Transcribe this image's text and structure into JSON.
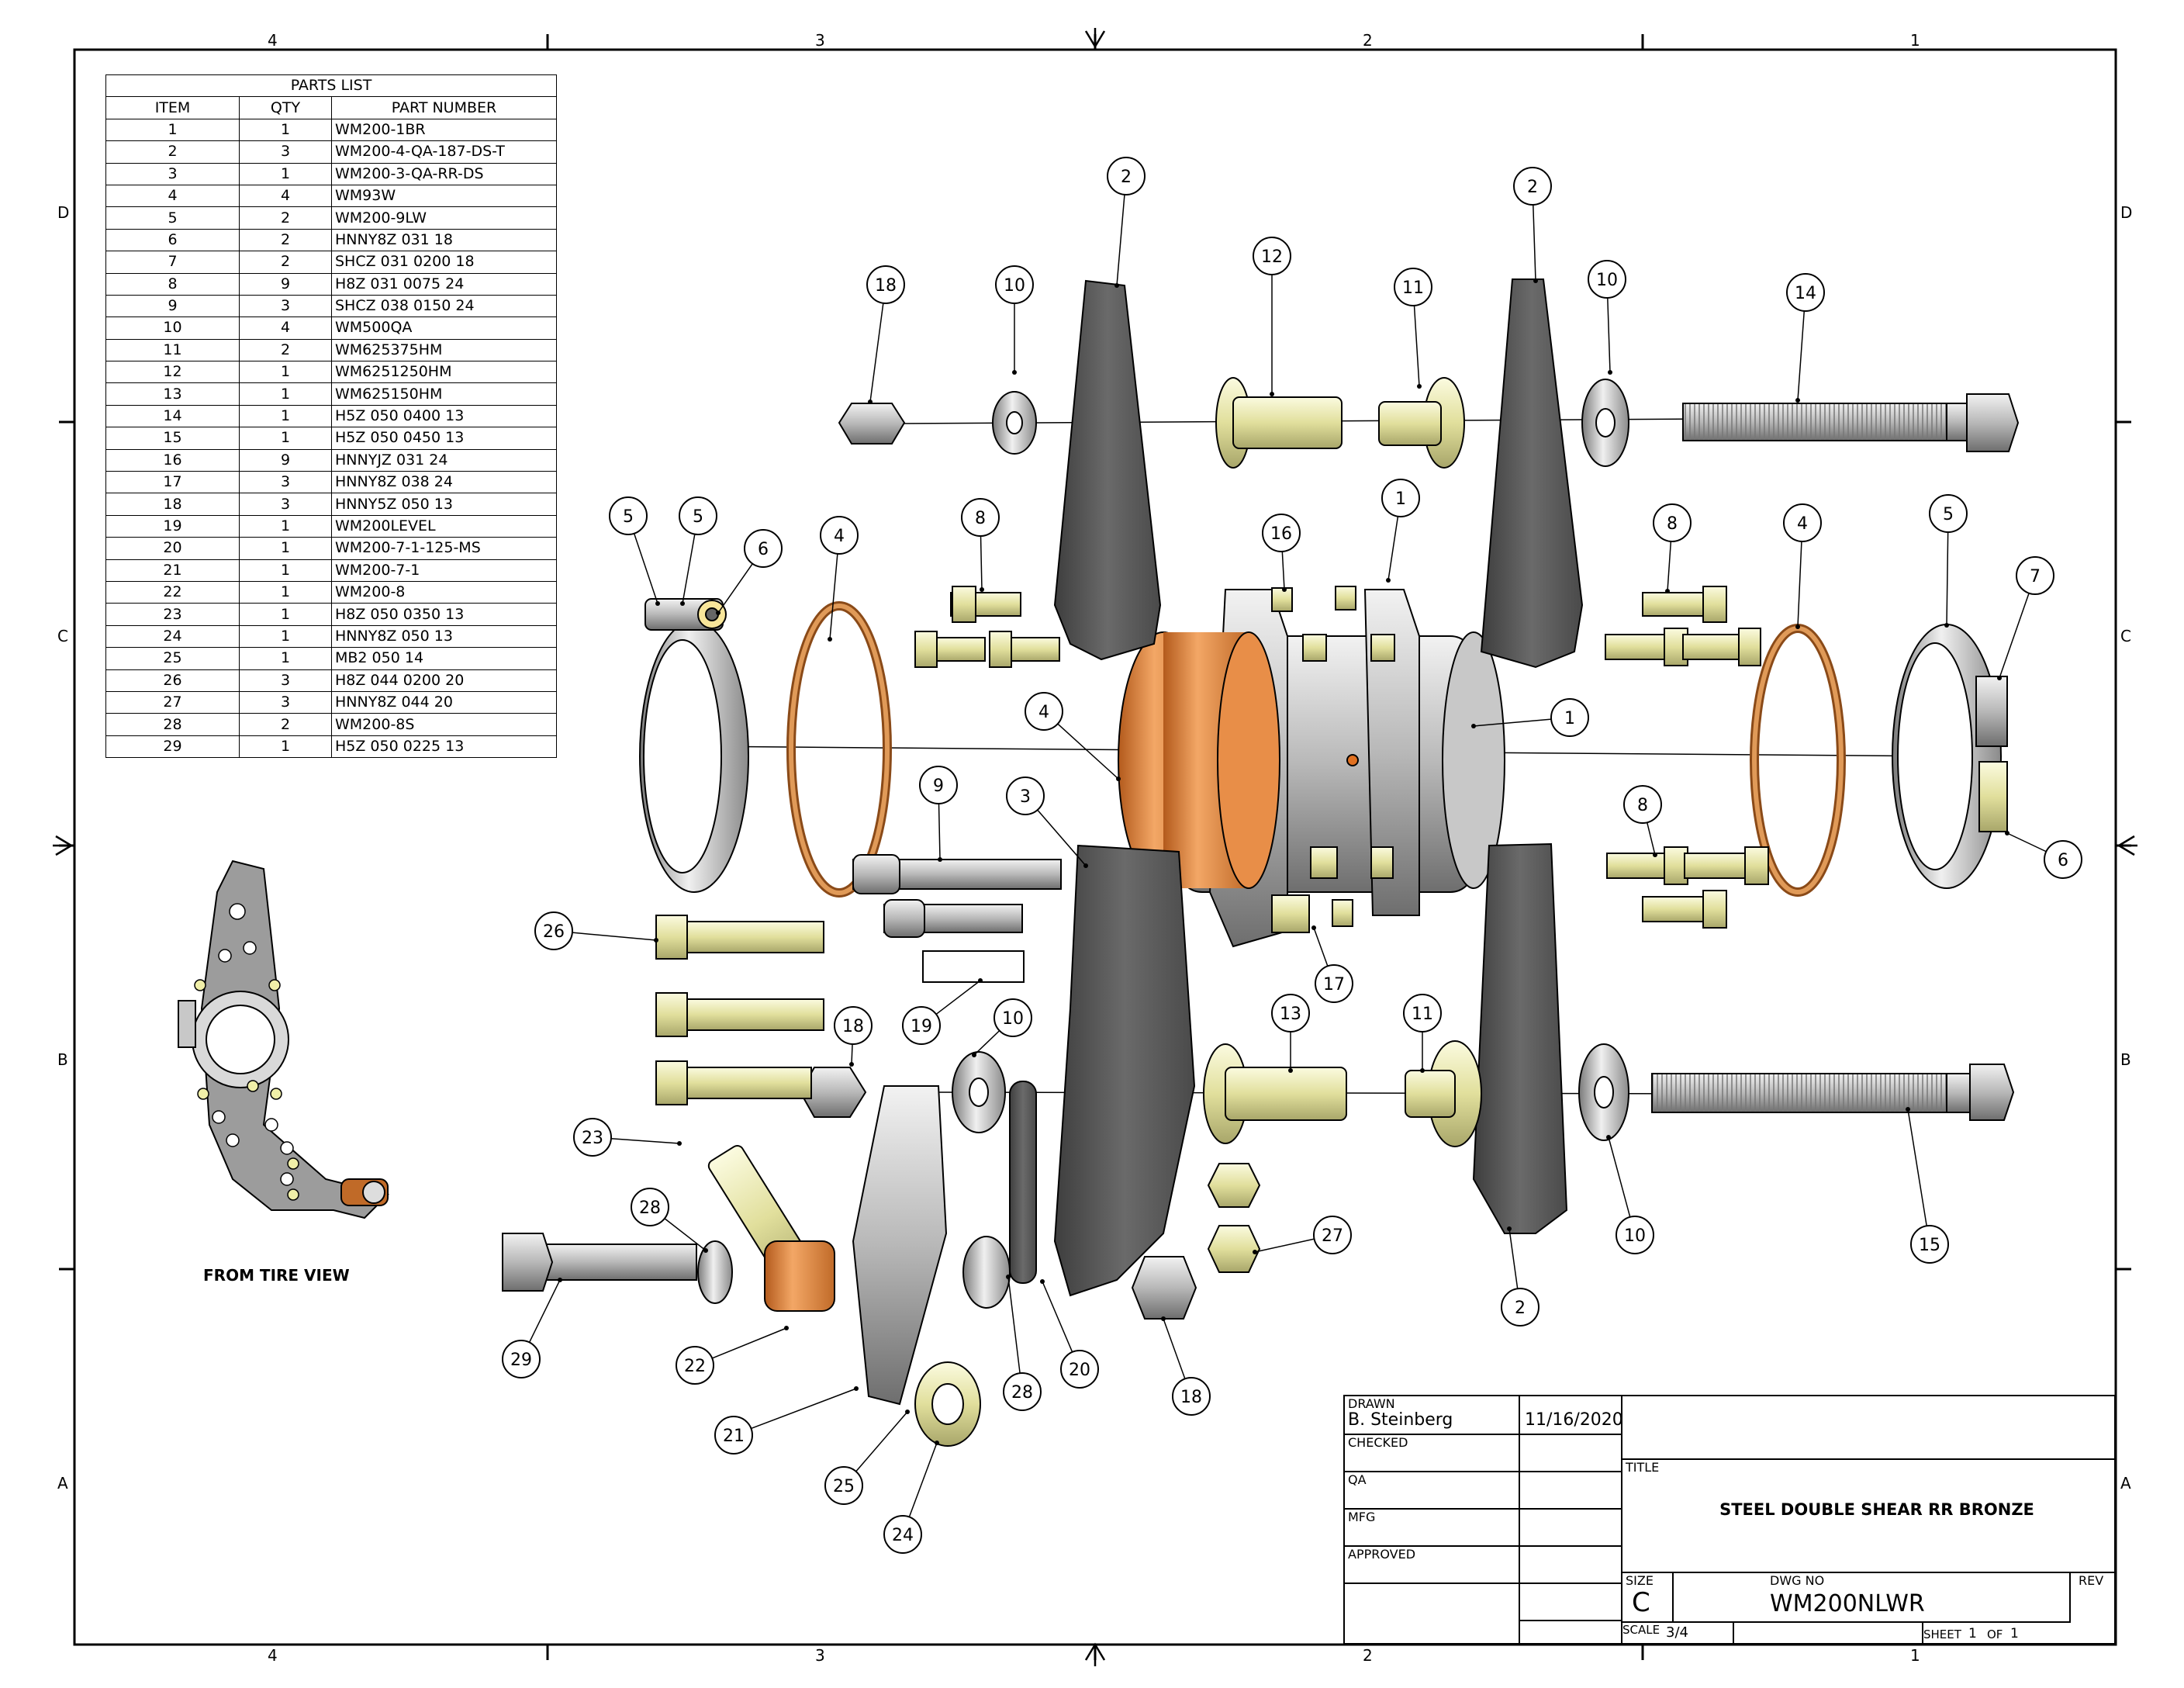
{
  "parts_list": {
    "title": "PARTS LIST",
    "headers": [
      "ITEM",
      "QTY",
      "PART NUMBER"
    ],
    "rows": [
      [
        "1",
        "1",
        "WM200-1BR"
      ],
      [
        "2",
        "3",
        "WM200-4-QA-187-DS-T"
      ],
      [
        "3",
        "1",
        "WM200-3-QA-RR-DS"
      ],
      [
        "4",
        "4",
        "WM93W"
      ],
      [
        "5",
        "2",
        "WM200-9LW"
      ],
      [
        "6",
        "2",
        "HNNY8Z 031 18"
      ],
      [
        "7",
        "2",
        "SHCZ 031 0200 18"
      ],
      [
        "8",
        "9",
        "H8Z 031 0075 24"
      ],
      [
        "9",
        "3",
        "SHCZ 038 0150 24"
      ],
      [
        "10",
        "4",
        "WM500QA"
      ],
      [
        "11",
        "2",
        "WM625375HM"
      ],
      [
        "12",
        "1",
        "WM6251250HM"
      ],
      [
        "13",
        "1",
        "WM625150HM"
      ],
      [
        "14",
        "1",
        "H5Z 050 0400 13"
      ],
      [
        "15",
        "1",
        "H5Z 050 0450 13"
      ],
      [
        "16",
        "9",
        "HNNYJZ 031 24"
      ],
      [
        "17",
        "3",
        "HNNY8Z 038 24"
      ],
      [
        "18",
        "3",
        "HNNY5Z 050 13"
      ],
      [
        "19",
        "1",
        "WM200LEVEL"
      ],
      [
        "20",
        "1",
        "WM200-7-1-125-MS"
      ],
      [
        "21",
        "1",
        "WM200-7-1"
      ],
      [
        "22",
        "1",
        "WM200-8"
      ],
      [
        "23",
        "1",
        "H8Z 050 0350 13"
      ],
      [
        "24",
        "1",
        "HNNY8Z 050 13"
      ],
      [
        "25",
        "1",
        "MB2 050 14"
      ],
      [
        "26",
        "3",
        "H8Z 044 0200 20"
      ],
      [
        "27",
        "3",
        "HNNY8Z 044 20"
      ],
      [
        "28",
        "2",
        "WM200-8S"
      ],
      [
        "29",
        "1",
        "H5Z 050 0225 13"
      ]
    ]
  },
  "zones": {
    "columns": [
      "4",
      "3",
      "2",
      "1"
    ],
    "rows": [
      "D",
      "C",
      "B",
      "A"
    ]
  },
  "detail_view_label": "FROM TIRE VIEW",
  "balloons": [
    "18",
    "10",
    "2",
    "12",
    "11",
    "2",
    "10",
    "14",
    "5",
    "5",
    "6",
    "4",
    "8",
    "16",
    "1",
    "8",
    "4",
    "5",
    "7",
    "4",
    "1",
    "9",
    "3",
    "8",
    "6",
    "26",
    "19",
    "17",
    "10",
    "18",
    "13",
    "11",
    "23",
    "28",
    "27",
    "10",
    "15",
    "29",
    "22",
    "28",
    "20",
    "18",
    "2",
    "21",
    "25",
    "24"
  ],
  "title_block": {
    "drawn_label": "DRAWN",
    "drawn_by": "B. Steinberg",
    "drawn_date": "11/16/2020",
    "checked_label": "CHECKED",
    "qa_label": "QA",
    "mfg_label": "MFG",
    "approved_label": "APPROVED",
    "title_label": "TITLE",
    "title": "STEEL DOUBLE SHEAR RR BRONZE",
    "size_label": "SIZE",
    "size": "C",
    "dwg_no_label": "DWG NO",
    "dwg_no": "WM200NLWR",
    "rev_label": "REV",
    "scale_label": "SCALE",
    "scale": "3/4",
    "sheet_label": "SHEET",
    "sheet": "1",
    "of_label": "OF",
    "of": "1"
  },
  "colors": {
    "bronze": "#d9823a",
    "steel": "#c8c8c8",
    "dark_plate": "#5a5a5a",
    "zinc_yellow": "#e8e6b0",
    "line": "#000000"
  }
}
